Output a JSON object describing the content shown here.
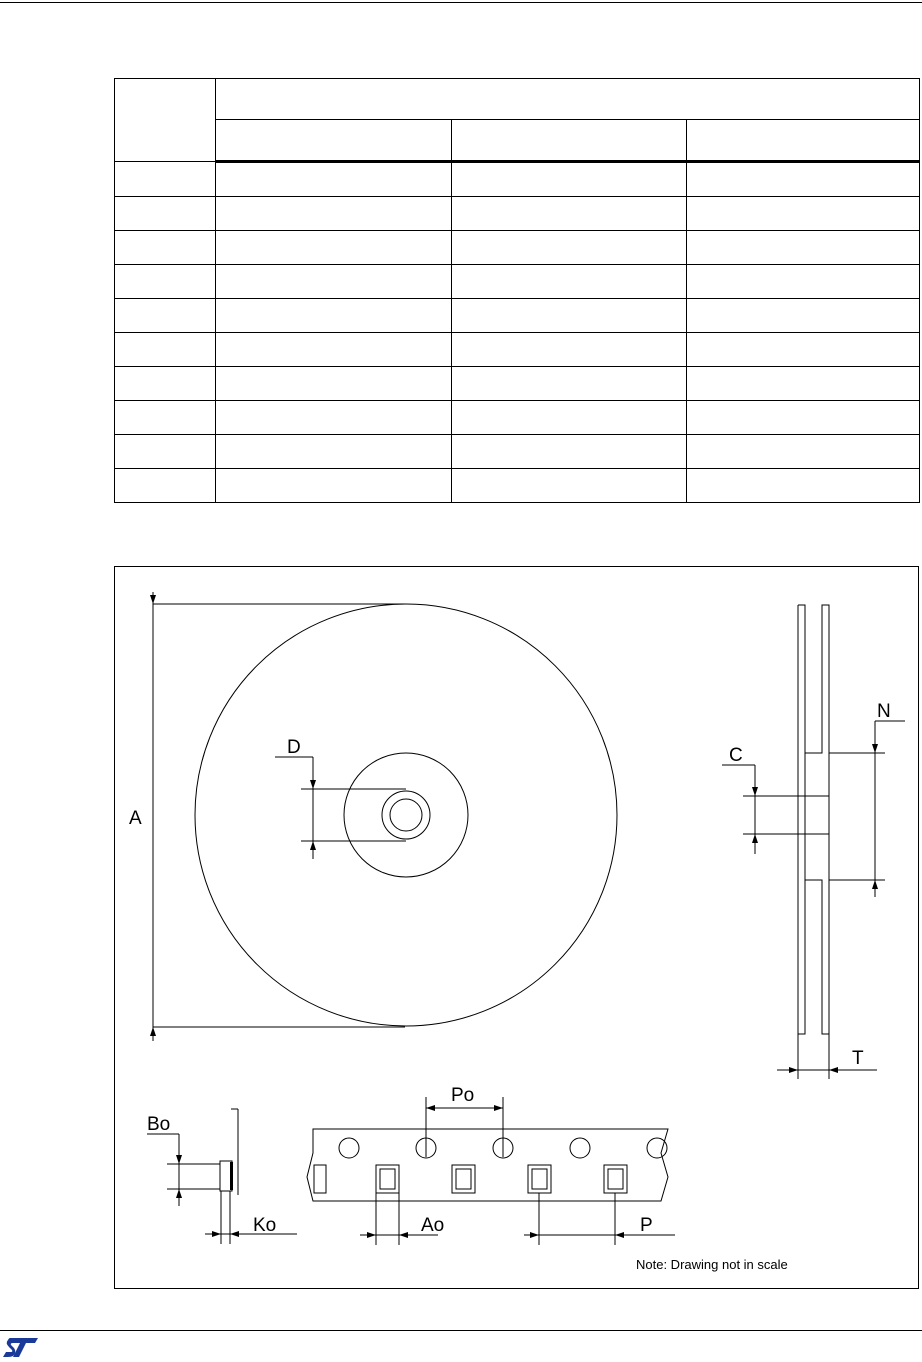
{
  "figure": {
    "labels": {
      "A": "A",
      "D": "D",
      "C": "C",
      "N": "N",
      "T": "T",
      "Po": "Po",
      "Bo": "Bo",
      "Ko": "Ko",
      "Ao": "Ao",
      "P": "P"
    },
    "note": "Note: Drawing not in scale"
  }
}
